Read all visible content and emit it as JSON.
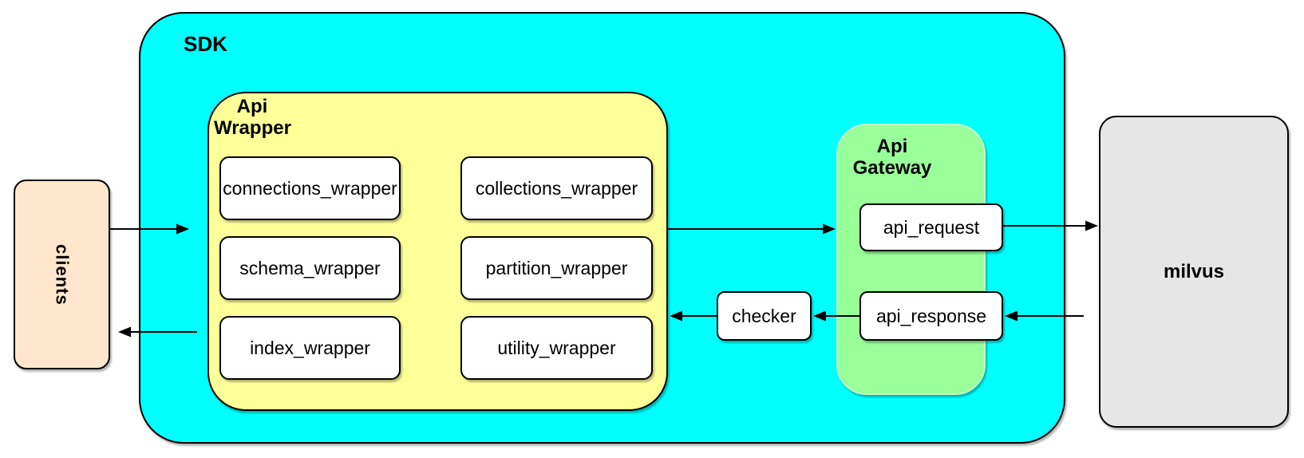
{
  "diagram": {
    "clients": {
      "label": "clients"
    },
    "sdk": {
      "label": "SDK"
    },
    "api_wrapper": {
      "label": "Api\nWrapper",
      "boxes": [
        "connections_wrapper",
        "collections_wrapper",
        "schema_wrapper",
        "partition_wrapper",
        "index_wrapper",
        "utility_wrapper"
      ]
    },
    "checker": {
      "label": "checker"
    },
    "api_gateway": {
      "label": "Api\nGateway",
      "request_label": "api_request",
      "response_label": "api_response"
    },
    "milvus": {
      "label": "milvus"
    },
    "colors": {
      "clients": "#FFE6CC",
      "sdk": "#00FFFF",
      "api_wrapper": "#FFFF99",
      "api_gateway": "#99FF99",
      "milvus": "#E6E6E6",
      "node": "#FFFFFF",
      "stroke": "#000000"
    }
  }
}
